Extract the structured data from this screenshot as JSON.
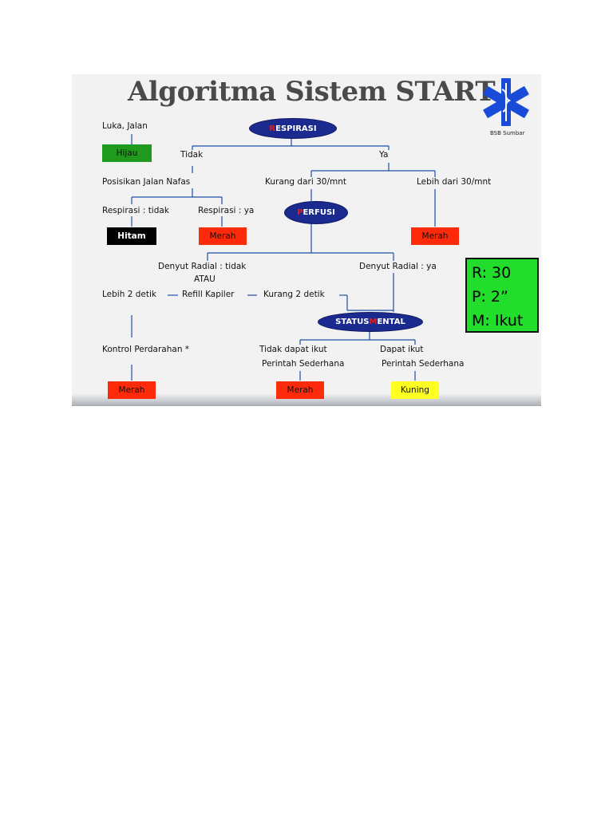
{
  "title": "Algoritma Sistem START",
  "logo_caption": "BSB Sumbar",
  "colors": {
    "green": "#1f9a1f",
    "red": "#ff2a0a",
    "black": "#000000",
    "yellow": "#ffff22",
    "node_blue": "#1b2a8f",
    "panel_green": "#22dd2b"
  },
  "nodes": {
    "respirasi": {
      "first": "R",
      "rest": "ESPIRASI"
    },
    "perfusi": {
      "first": "P",
      "rest": "ERFUSI"
    },
    "status_mental": {
      "pre": "STATUS ",
      "hl": "M",
      "post": "ENTAL"
    }
  },
  "labels": {
    "luka_jalan": "Luka, Jalan",
    "tidak": "Tidak",
    "ya": "Ya",
    "posisikan": "Posisikan Jalan Nafas",
    "kurang_30": "Kurang dari 30/mnt",
    "lebih_30": "Lebih dari 30/mnt",
    "resp_tidak": "Respirasi : tidak",
    "resp_ya": "Respirasi : ya",
    "radial_tidak": "Denyut Radial : tidak",
    "atau": "ATAU",
    "radial_ya": "Denyut Radial : ya",
    "lebih_2": "Lebih 2 detik",
    "refill": "Refill Kapiler",
    "kurang_2": "Kurang 2 detik",
    "kontrol": "Kontrol Perdarahan *",
    "tidak_ikut_1": "Tidak dapat ikut",
    "tidak_ikut_2": "Perintah Sederhana",
    "dapat_ikut_1": "Dapat ikut",
    "dapat_ikut_2": "Perintah Sederhana"
  },
  "outcomes": {
    "hijau": "Hijau",
    "hitam": "Hitam",
    "merah_resp": "Merah",
    "merah_lebih30": "Merah",
    "merah_kontrol": "Merah",
    "merah_tidak_ikut": "Merah",
    "kuning": "Kuning"
  },
  "rpm": {
    "r": "R: 30",
    "p": "P: 2”",
    "m": "M: Ikut"
  }
}
